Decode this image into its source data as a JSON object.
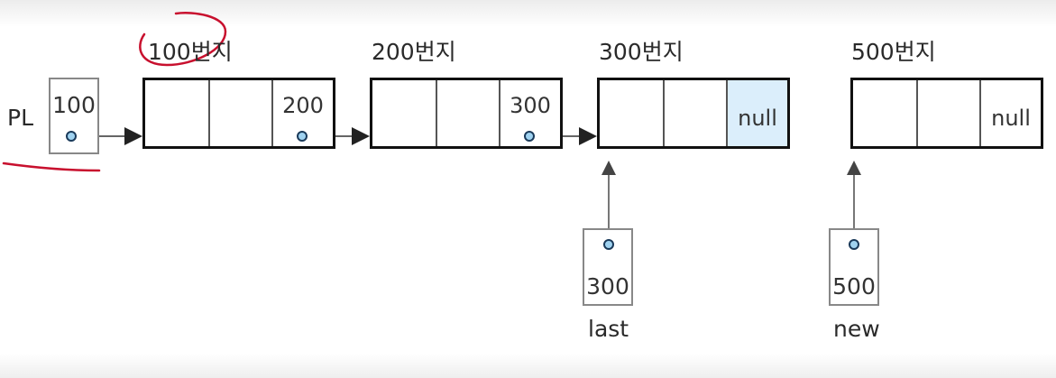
{
  "pointer_labels": {
    "head": "PL",
    "last": "last",
    "new": "new"
  },
  "pointer_values": {
    "head": "100",
    "last": "300",
    "new": "500"
  },
  "nodes": [
    {
      "address": "100번지",
      "link": "200"
    },
    {
      "address": "200번지",
      "link": "300"
    },
    {
      "address": "300번지",
      "link": "null"
    },
    {
      "address": "500번지",
      "link": "null"
    }
  ],
  "colors": {
    "highlight_cell": "#dbeefb",
    "annotation_red": "#c8102e"
  }
}
